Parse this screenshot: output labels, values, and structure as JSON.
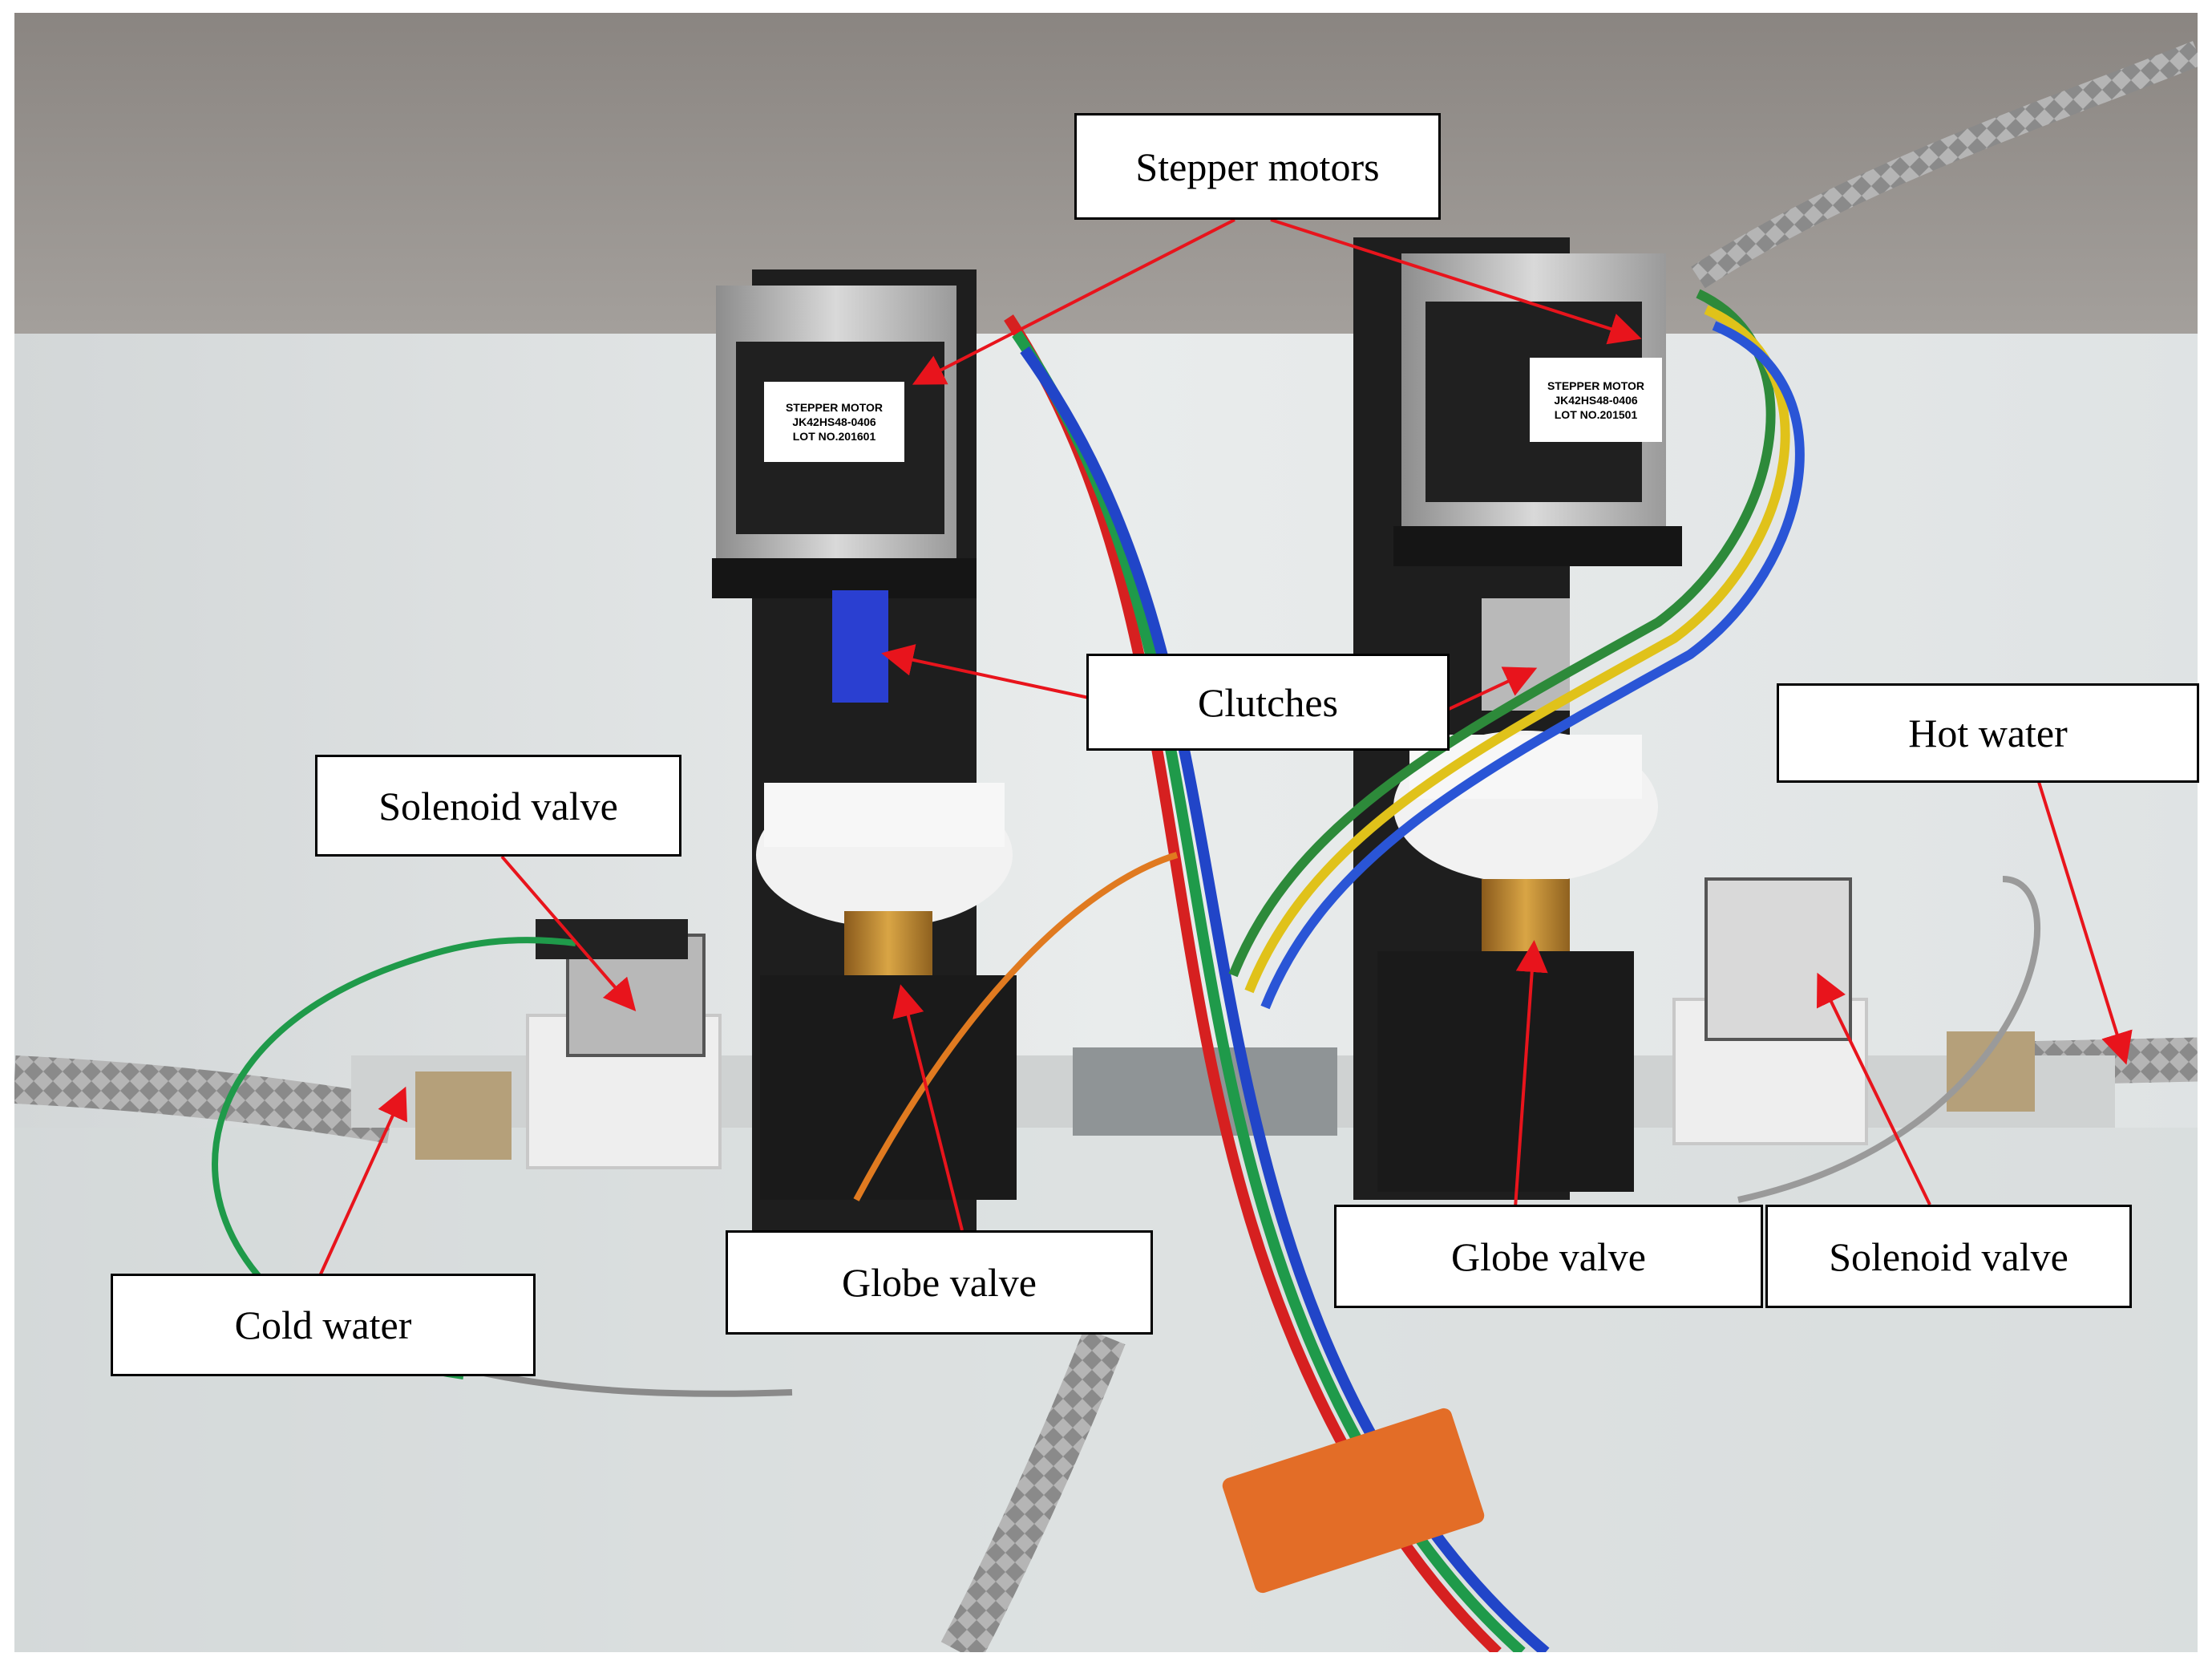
{
  "labels": {
    "stepper_motors": "Stepper motors",
    "clutches": "Clutches",
    "solenoid_valve_left": "Solenoid valve",
    "solenoid_valve_right": "Solenoid valve",
    "hot_water": "Hot water",
    "cold_water": "Cold water",
    "globe_valve_left": "Globe valve",
    "globe_valve_right": "Globe valve"
  },
  "motor_nameplates": {
    "left": [
      "STEPPER MOTOR",
      "JK42HS48-0406",
      "LOT NO.201601"
    ],
    "right": [
      "STEPPER MOTOR",
      "JK42HS48-0406",
      "LOT NO.201501"
    ]
  },
  "colors": {
    "arrow": "#e8141c",
    "label_border": "#000000",
    "label_background": "#ffffff"
  }
}
